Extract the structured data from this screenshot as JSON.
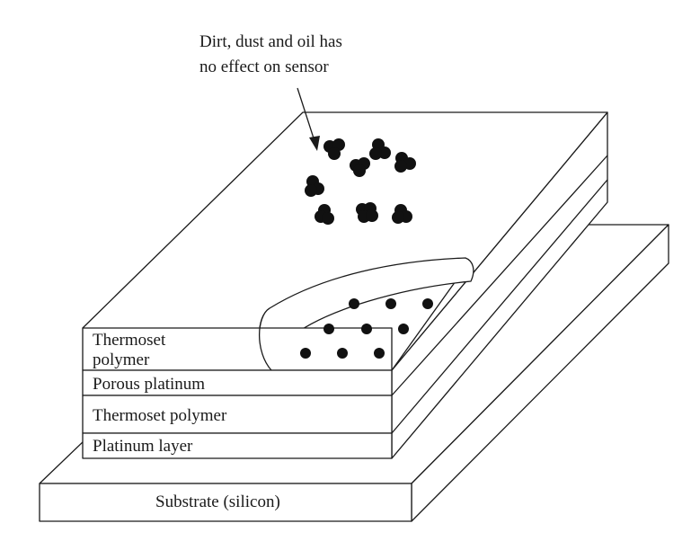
{
  "annotation": {
    "line1": "Dirt, dust and oil has",
    "line2": "no effect on sensor"
  },
  "layers": {
    "thermoset_top_line1": "Thermoset",
    "thermoset_top_line2": "polymer",
    "porous_platinum": "Porous platinum",
    "thermoset_polymer": "Thermoset polymer",
    "platinum_layer": "Platinum layer",
    "substrate": "Substrate (silicon)"
  },
  "colors": {
    "line": "#1a1a1a",
    "particle": "#111111",
    "background": "#ffffff"
  }
}
